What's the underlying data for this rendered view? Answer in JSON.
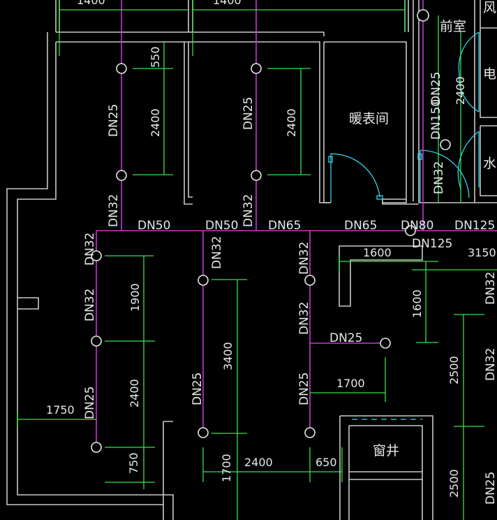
{
  "rooms": {
    "fan": "风井",
    "anteroom": "前室",
    "electric": "电井",
    "meter": "暖表间",
    "water": "水井",
    "window_well": "窗井"
  },
  "pipes": {
    "dn25_a": "DN25",
    "dn25_b": "DN25",
    "dn32_a": "DN32",
    "dn32_b": "DN32",
    "dn25_c": "DN25",
    "dn150": "DN150",
    "dn32_c": "DN32",
    "main_dn50_a": "DN50",
    "main_dn50_b": "DN50",
    "main_dn65_a": "DN65",
    "main_dn65_b": "DN65",
    "main_dn80": "DN80",
    "main_dn125_a": "DN125",
    "main_dn125_b": "DN125",
    "dn32_d": "DN32",
    "dn32_e": "DN32",
    "dn32_f": "DN32",
    "dn32_g": "DN32",
    "dn32_h": "DN32",
    "dn25_d": "DN25",
    "dn25_e": "DN25",
    "dn25_f": "DN25",
    "dn25_g": "DN25",
    "dn32_i": "DN32",
    "dn32_j": "DN32",
    "dn25_h": "DN25"
  },
  "dims": {
    "top_a": "1400",
    "top_b": "1400",
    "d550": "550",
    "d2400_a": "2400",
    "d2400_b": "2400",
    "d2400_c": "2400",
    "d1600_a": "1600",
    "d3150": "3150",
    "d1900": "1900",
    "d3400": "3400",
    "d1600_b": "1600",
    "d2400_d": "2400",
    "d1700_a": "1700",
    "d2500_a": "2500",
    "d1750": "1750",
    "d750": "750",
    "d1700_b": "1700",
    "d2400_e": "2400",
    "d650": "650",
    "d2500_b": "2500"
  },
  "colors": {
    "background": "#000000",
    "wall": "#c9c9c9",
    "pipe": "#c43ad0",
    "dimension": "#35e24a",
    "door": "#35d4e8",
    "text": "#e8e8e8"
  }
}
